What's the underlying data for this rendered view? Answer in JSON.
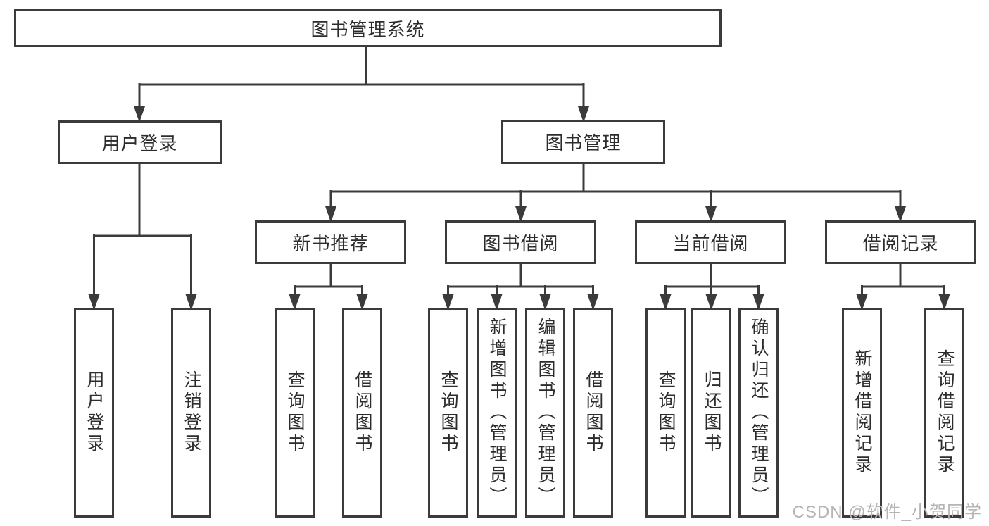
{
  "tree": {
    "label": "图书管理系统",
    "children": [
      {
        "label": "用户登录",
        "children": [
          {
            "label": "用户登录"
          },
          {
            "label": "注销登录"
          }
        ]
      },
      {
        "label": "图书管理",
        "children": [
          {
            "label": "新书推荐",
            "children": [
              {
                "label": "查询图书"
              },
              {
                "label": "借阅图书"
              }
            ]
          },
          {
            "label": "图书借阅",
            "children": [
              {
                "label": "查询图书"
              },
              {
                "label": "新增图书（管理员）"
              },
              {
                "label": "编辑图书（管理员）"
              },
              {
                "label": "借阅图书"
              }
            ]
          },
          {
            "label": "当前借阅",
            "children": [
              {
                "label": "查询图书"
              },
              {
                "label": "归还图书"
              },
              {
                "label": "确认归还（管理员）"
              }
            ]
          },
          {
            "label": "借阅记录",
            "children": [
              {
                "label": "新增借阅记录"
              },
              {
                "label": "查询借阅记录"
              }
            ]
          }
        ]
      }
    ]
  },
  "colors": {
    "line": "#3b3b3b",
    "text": "#2c2c2c",
    "watermark_text": "#b5b5b5",
    "background": "#ffffff"
  },
  "watermark": {
    "text": "CSDN @软件_小贺同学"
  }
}
